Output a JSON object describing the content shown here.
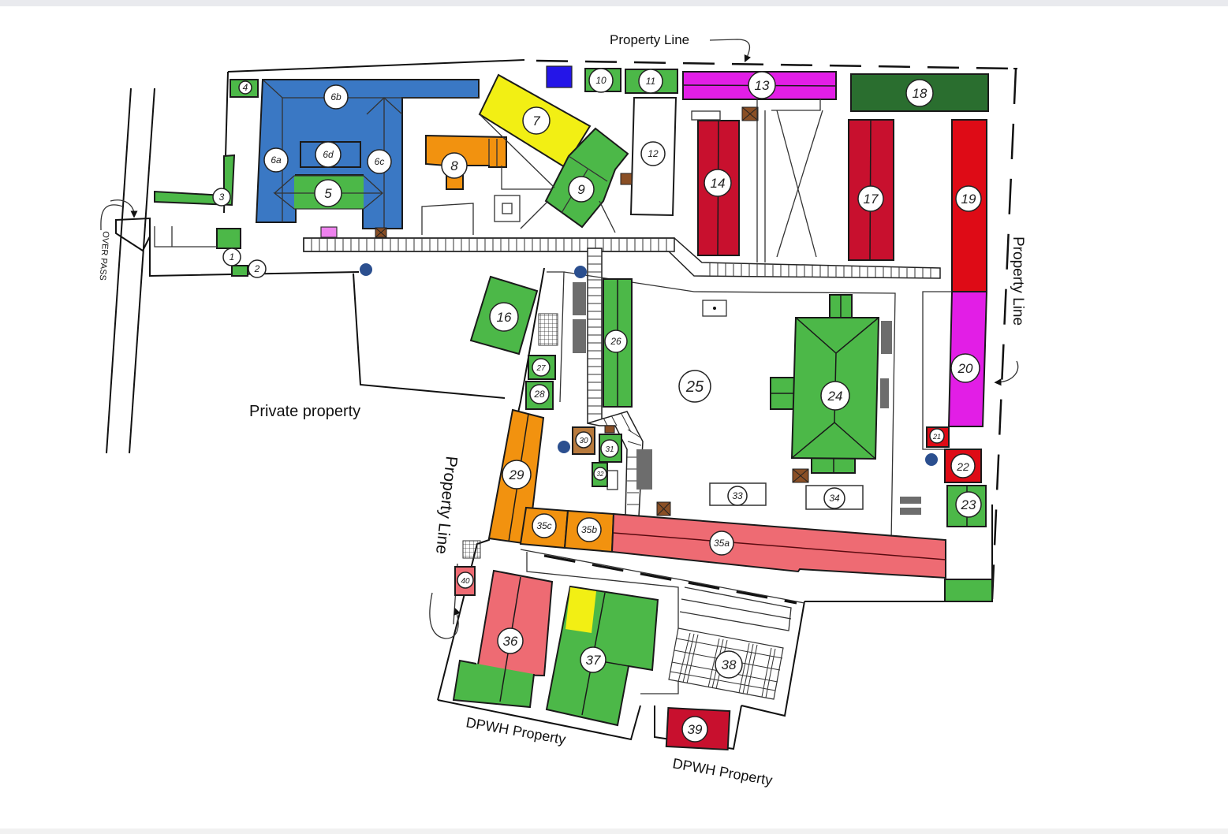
{
  "map": {
    "labels": {
      "property_line_top": "Property Line",
      "property_line_right": "Property Line",
      "property_line_left": "Property Line",
      "private_property": "Private property",
      "dpwh_property_1": "DPWH Property",
      "dpwh_property_2": "DPWH Property",
      "overpass": "OVER PASS"
    },
    "colors": {
      "blue": "#3a78c4",
      "green": "#4cb848",
      "dark_green": "#2a6e2f",
      "yellow": "#f2ef14",
      "orange": "#f2920f",
      "crimson": "#c8102e",
      "red": "#de0b16",
      "magenta": "#e21ee6",
      "salmon": "#ee6b73",
      "brown": "#b87a3d",
      "gray": "#6d6d6d",
      "royal_blue": "#2415e8",
      "pink": "#ee82ee"
    },
    "buildings": {
      "b1": "1",
      "b2": "2",
      "b3": "3",
      "b4": "4",
      "b5": "5",
      "b6a": "6a",
      "b6b": "6b",
      "b6c": "6c",
      "b6d": "6d",
      "b7": "7",
      "b8": "8",
      "b9": "9",
      "b10": "10",
      "b11": "11",
      "b12": "12",
      "b13": "13",
      "b14": "14",
      "b16": "16",
      "b17": "17",
      "b18": "18",
      "b19": "19",
      "b20": "20",
      "b21": "21",
      "b22": "22",
      "b23": "23",
      "b24": "24",
      "b25": "25",
      "b26": "26",
      "b27": "27",
      "b28": "28",
      "b29": "29",
      "b30": "30",
      "b31": "31",
      "b32": "32",
      "b33": "33",
      "b34": "34",
      "b35a": "35a",
      "b35b": "35b",
      "b35c": "35c",
      "b36": "36",
      "b37": "37",
      "b38": "38",
      "b39": "39",
      "b40": "40"
    }
  }
}
